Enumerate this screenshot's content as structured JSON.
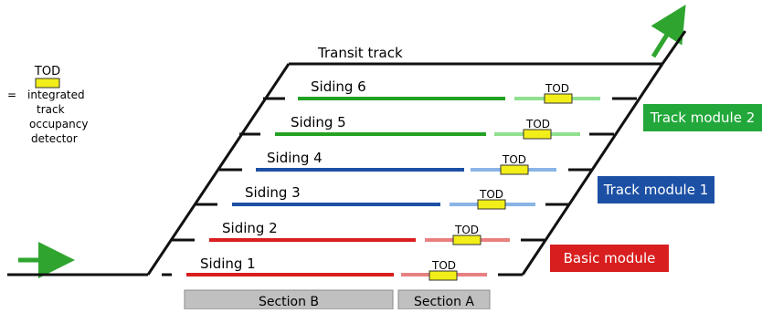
{
  "legend": {
    "symbol": "TOD",
    "equals": "=",
    "lines": [
      "integrated",
      "track",
      "occupancy",
      "detector"
    ]
  },
  "transit_track_label": "Transit track",
  "sidings": [
    {
      "label": "Siding 1",
      "tod": "TOD",
      "color": "#d81e1e",
      "light_color": "#e88080"
    },
    {
      "label": "Siding 2",
      "tod": "TOD",
      "color": "#d81e1e",
      "light_color": "#e88080"
    },
    {
      "label": "Siding 3",
      "tod": "TOD",
      "color": "#1c50a5",
      "light_color": "#8ab4e6"
    },
    {
      "label": "Siding 4",
      "tod": "TOD",
      "color": "#1c50a5",
      "light_color": "#8ab4e6"
    },
    {
      "label": "Siding 5",
      "tod": "TOD",
      "color": "#22a222",
      "light_color": "#8fe08f"
    },
    {
      "label": "Siding 6",
      "tod": "TOD",
      "color": "#22a222",
      "light_color": "#8fe08f"
    }
  ],
  "modules": [
    {
      "label": "Track module 2",
      "color": "#22a83a"
    },
    {
      "label": "Track module 1",
      "color": "#1c50a5"
    },
    {
      "label": "Basic module",
      "color": "#d81e1e"
    }
  ],
  "sections": [
    {
      "label": "Section B"
    },
    {
      "label": "Section A"
    }
  ],
  "colors": {
    "track": "#111111",
    "tod_fill": "#f2ee1a",
    "arrow": "#2fa52f",
    "section_fill": "#c0c0c0"
  }
}
